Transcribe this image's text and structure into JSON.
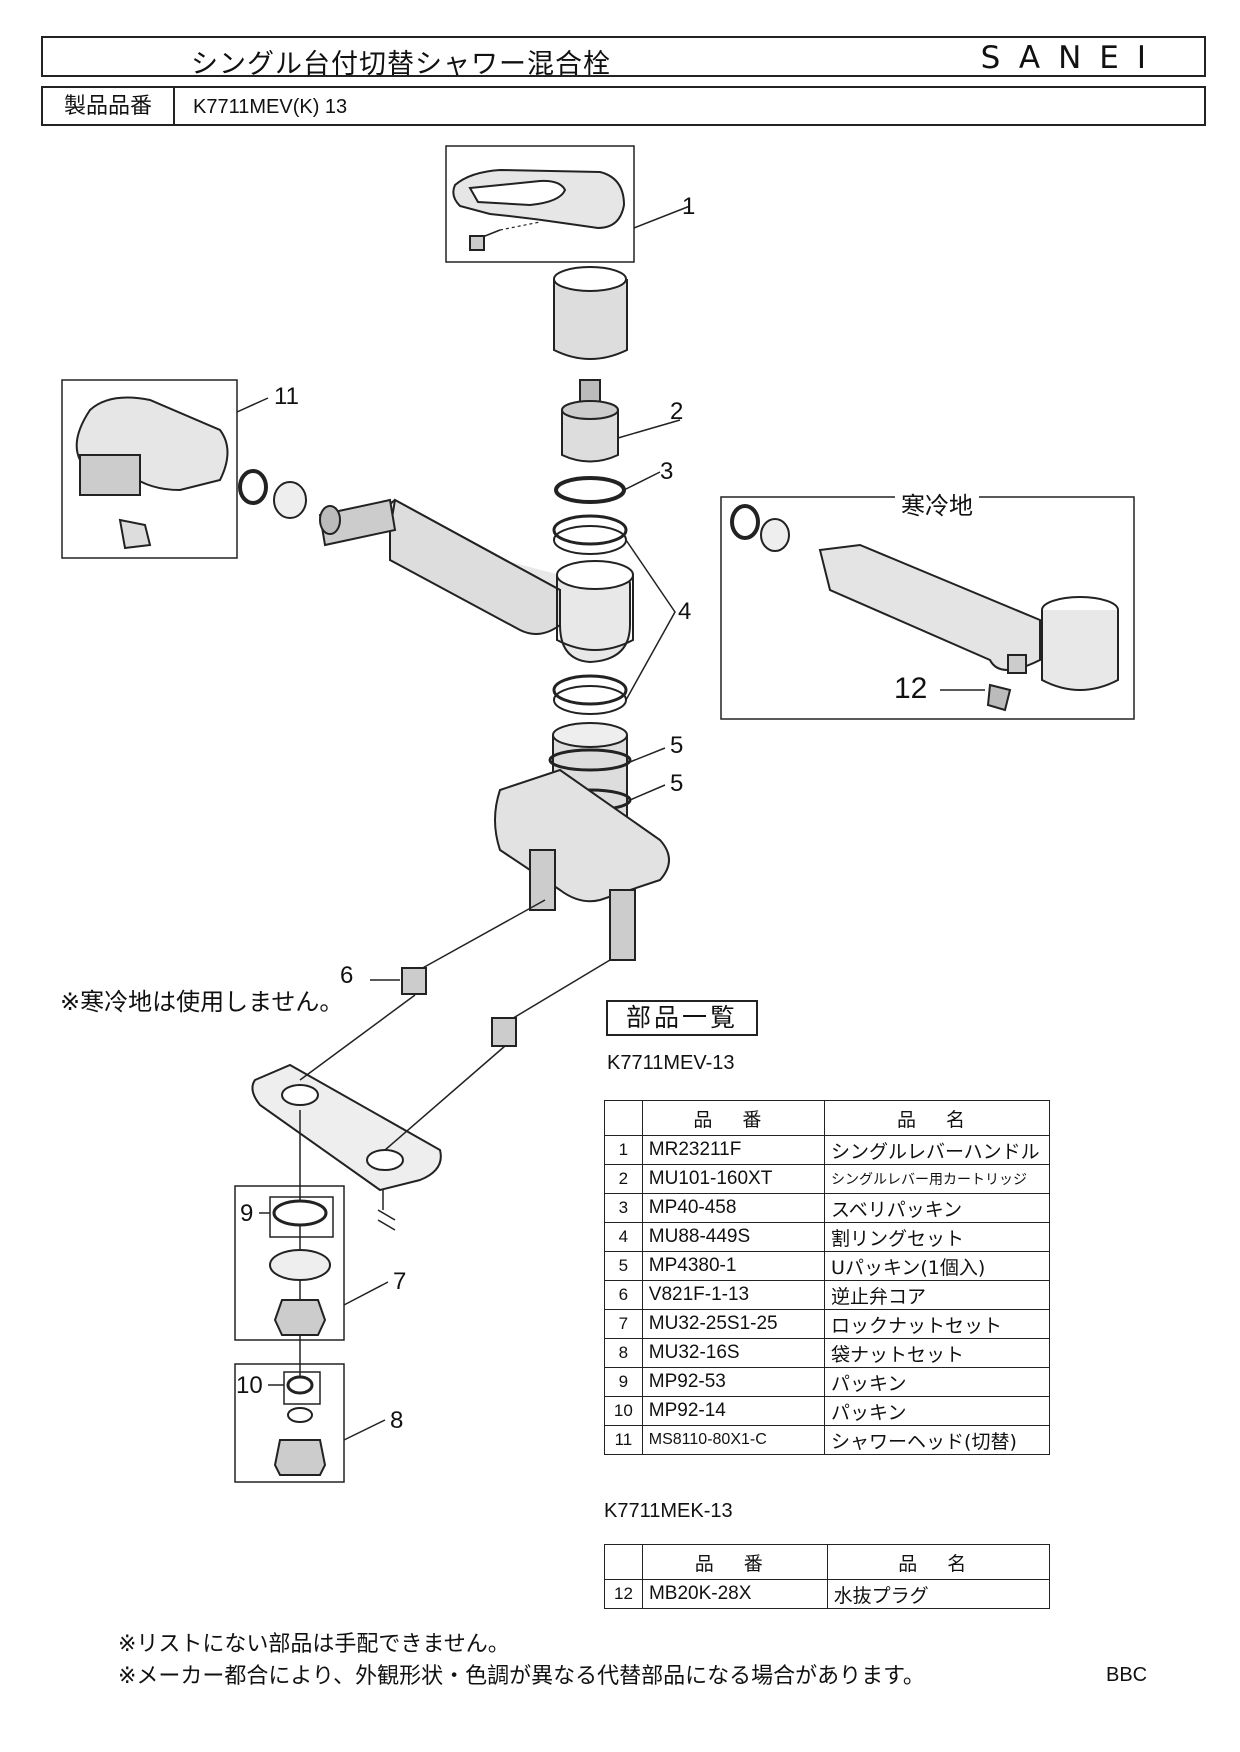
{
  "header": {
    "title": "シングル台付切替シャワー混合栓",
    "brand": "SANEI"
  },
  "product": {
    "label": "製品品番",
    "value": "K7711MEV(K) 13"
  },
  "callouts": {
    "c1": "1",
    "c2": "2",
    "c3": "3",
    "c4": "4",
    "c5a": "5",
    "c5b": "5",
    "c6": "6",
    "c7": "7",
    "c8": "8",
    "c9": "9",
    "c10": "10",
    "c11": "11",
    "c12": "12"
  },
  "cold_region_label": "寒冷地",
  "note_cold": "※寒冷地は使用しません。",
  "parts_list_title": "部品一覧",
  "table1": {
    "model": "K7711MEV-13",
    "headers": [
      "品 番",
      "品 名"
    ],
    "rows": [
      {
        "no": "1",
        "code": "MR23211F",
        "name": "シングルレバーハンドル"
      },
      {
        "no": "2",
        "code": "MU101-160XT",
        "name": "シングルレバー用カートリッジ"
      },
      {
        "no": "3",
        "code": "MP40-458",
        "name": "スベリパッキン"
      },
      {
        "no": "4",
        "code": "MU88-449S",
        "name": "割リングセット"
      },
      {
        "no": "5",
        "code": "MP4380-1",
        "name": "Uパッキン(1個入)"
      },
      {
        "no": "6",
        "code": "V821F-1-13",
        "name": "逆止弁コア"
      },
      {
        "no": "7",
        "code": "MU32-25S1-25",
        "name": "ロックナットセット"
      },
      {
        "no": "8",
        "code": "MU32-16S",
        "name": "袋ナットセット"
      },
      {
        "no": "9",
        "code": "MP92-53",
        "name": "パッキン"
      },
      {
        "no": "10",
        "code": "MP92-14",
        "name": "パッキン"
      },
      {
        "no": "11",
        "code": "MS8110-80X1-C",
        "name": "シャワーヘッド(切替)"
      }
    ]
  },
  "table2": {
    "model": "K7711MEK-13",
    "headers": [
      "品 番",
      "品 名"
    ],
    "rows": [
      {
        "no": "12",
        "code": "MB20K-28X",
        "name": "水抜プラグ"
      }
    ]
  },
  "footer": {
    "note1": "※リストにない部品は手配できません。",
    "note2": "※メーカー都合により、外観形状・色調が異なる代替部品になる場合があります。",
    "code": "BBC"
  }
}
